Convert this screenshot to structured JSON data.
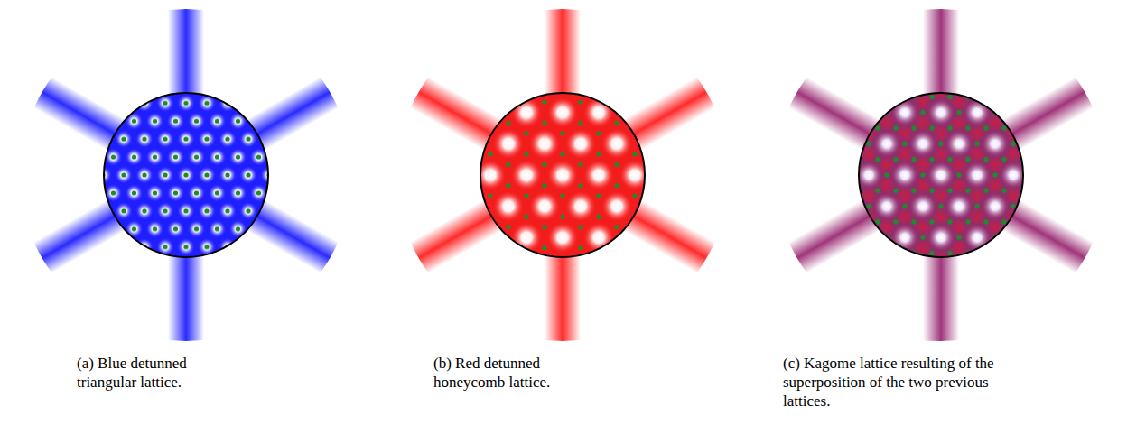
{
  "diagram": {
    "labels": [
      "(a) Blue detunned triangular lattice.",
      "(b) Red detunned honeycomb lattice.",
      "(c) Kagome lattice resulting of the superposition of the two previous lattices."
    ]
  }
}
